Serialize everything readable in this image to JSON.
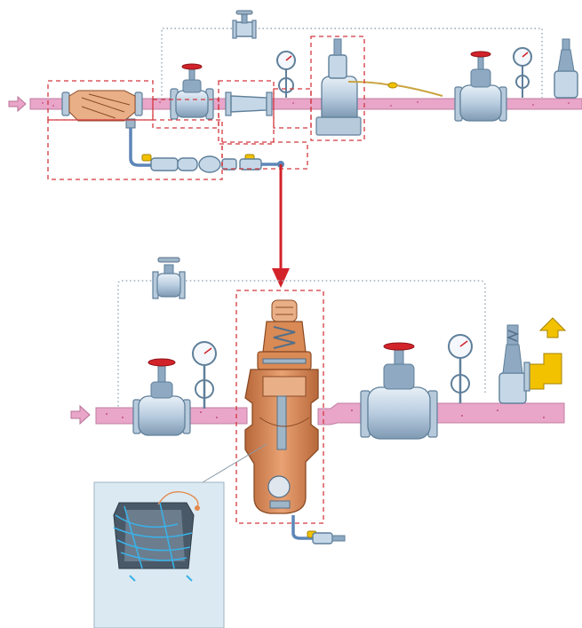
{
  "colors": {
    "pipe": "#e9a6c9",
    "valve_body": "#c6d8e8",
    "handwheel": "#d2232a",
    "boundary_dashed": "#d4383f",
    "reducing_valve_copper": "#d98a55",
    "flow_arrow": "#d2232a",
    "relief_outlet": "#f2c200",
    "inset_background": "#dbeaf2"
  },
  "icons": {
    "inlet_arrow": "pink-arrow-right",
    "outlet_arrow": "yellow-arrow-up",
    "zoom_arrow": "red-arrow-down"
  }
}
